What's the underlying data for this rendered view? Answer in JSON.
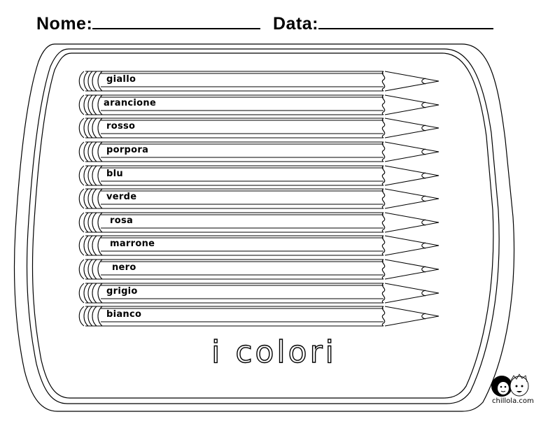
{
  "header": {
    "name_label": "Nome:",
    "date_label": "Data:"
  },
  "pencils": [
    {
      "label": "giallo"
    },
    {
      "label": "arancione"
    },
    {
      "label": "rosso"
    },
    {
      "label": "porpora"
    },
    {
      "label": "blu"
    },
    {
      "label": "verde"
    },
    {
      "label": "rosa"
    },
    {
      "label": "marrone"
    },
    {
      "label": "nero"
    },
    {
      "label": "grigio"
    },
    {
      "label": "bianco"
    }
  ],
  "title": "i colori",
  "logo": {
    "text": "chillola.com"
  }
}
